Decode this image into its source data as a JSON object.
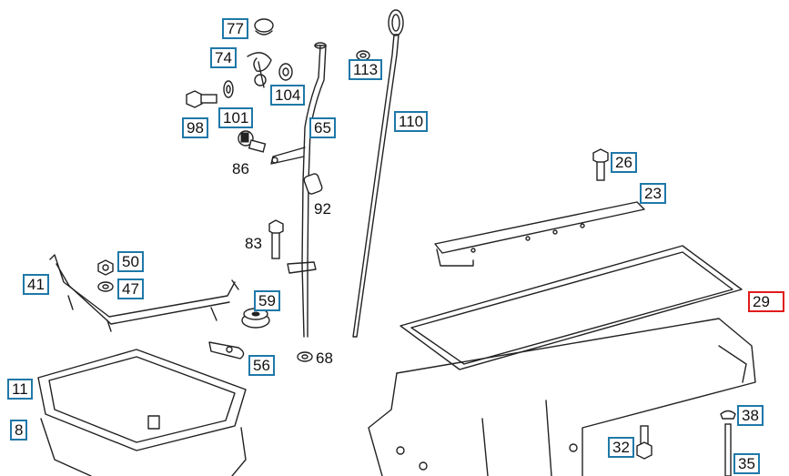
{
  "diagram": {
    "callouts": [
      {
        "id": "77",
        "label": "77",
        "boxed": true,
        "selected": false
      },
      {
        "id": "74",
        "label": "74",
        "boxed": true,
        "selected": false
      },
      {
        "id": "113",
        "label": "113",
        "boxed": true,
        "selected": false
      },
      {
        "id": "104",
        "label": "104",
        "boxed": true,
        "selected": false
      },
      {
        "id": "98",
        "label": "98",
        "boxed": true,
        "selected": false
      },
      {
        "id": "101",
        "label": "101",
        "boxed": true,
        "selected": false
      },
      {
        "id": "65",
        "label": "65",
        "boxed": true,
        "selected": false
      },
      {
        "id": "110",
        "label": "110",
        "boxed": true,
        "selected": false
      },
      {
        "id": "86",
        "label": "86",
        "boxed": false,
        "selected": false
      },
      {
        "id": "92",
        "label": "92",
        "boxed": false,
        "selected": false
      },
      {
        "id": "26",
        "label": "26",
        "boxed": true,
        "selected": false
      },
      {
        "id": "23",
        "label": "23",
        "boxed": true,
        "selected": false
      },
      {
        "id": "83",
        "label": "83",
        "boxed": false,
        "selected": false
      },
      {
        "id": "50",
        "label": "50",
        "boxed": true,
        "selected": false
      },
      {
        "id": "41",
        "label": "41",
        "boxed": true,
        "selected": false
      },
      {
        "id": "47",
        "label": "47",
        "boxed": true,
        "selected": false
      },
      {
        "id": "59",
        "label": "59",
        "boxed": true,
        "selected": false
      },
      {
        "id": "29",
        "label": "29",
        "boxed": true,
        "selected": true
      },
      {
        "id": "68",
        "label": "68",
        "boxed": false,
        "selected": false
      },
      {
        "id": "56",
        "label": "56",
        "boxed": true,
        "selected": false
      },
      {
        "id": "11",
        "label": "11",
        "boxed": true,
        "selected": false
      },
      {
        "id": "8",
        "label": "8",
        "boxed": true,
        "selected": false
      },
      {
        "id": "38",
        "label": "38",
        "boxed": true,
        "selected": false
      },
      {
        "id": "32",
        "label": "32",
        "boxed": true,
        "selected": false
      },
      {
        "id": "35",
        "label": "35",
        "boxed": true,
        "selected": false
      }
    ],
    "colors": {
      "callout_border": "#1f78a8",
      "selected_border": "#e11a1a",
      "line": "#222222"
    }
  }
}
